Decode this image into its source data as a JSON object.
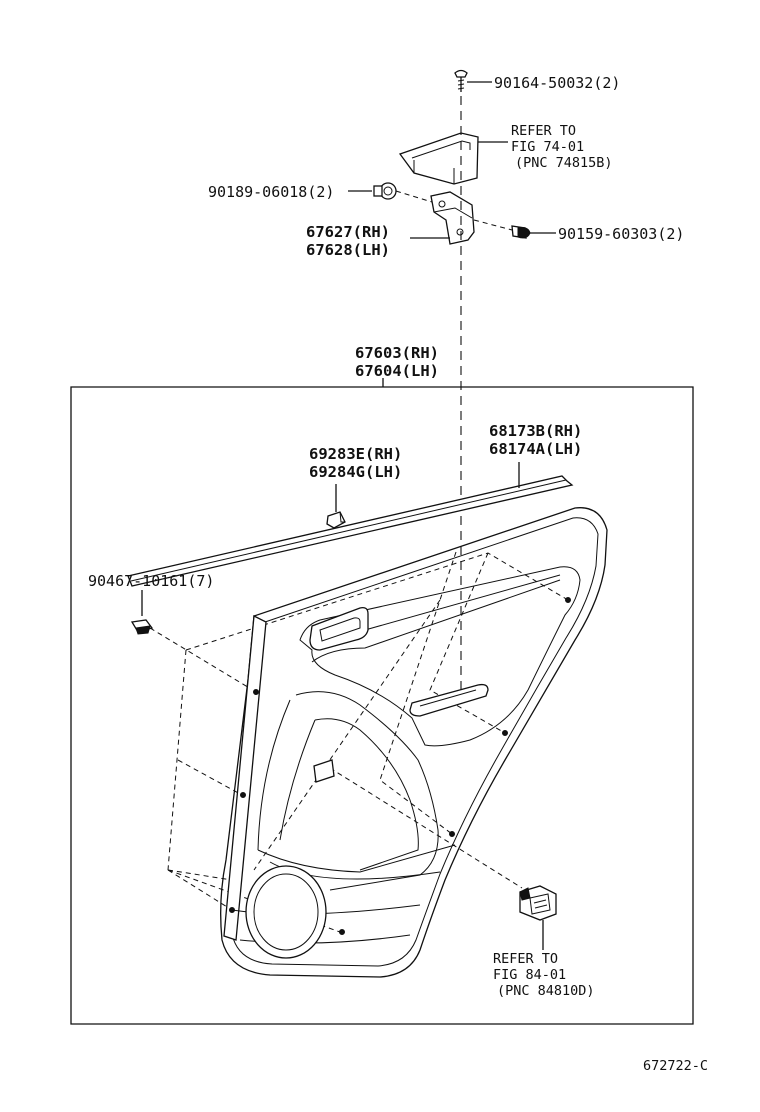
{
  "figure_id": "672722-C",
  "labels": {
    "screw_top": "90164-50032(2)",
    "refer_top_1": "REFER TO",
    "refer_top_2": "FIG 74-01",
    "refer_top_3": "(PNC 74815B)",
    "cap_left": "90189-06018(2)",
    "bracket_rh": "67627(RH)",
    "bracket_lh": "67628(LH)",
    "screw_right": "90159-60303(2)",
    "board_rh": "67603(RH)",
    "board_lh": "67604(LH)",
    "weatherstrip_rh": "68173B(RH)",
    "weatherstrip_lh": "68174A(LH)",
    "clip_rh": "69283E(RH)",
    "clip_lh": "69284G(LH)",
    "clip_board": "90467-10161(7)",
    "refer_bottom_1": "REFER TO",
    "refer_bottom_2": "FIG 84-01",
    "refer_bottom_3": "(PNC 84810D)"
  }
}
